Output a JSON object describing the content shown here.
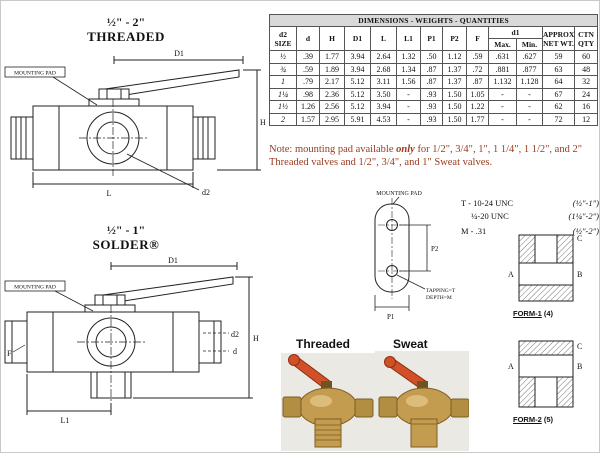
{
  "sections": {
    "threaded_size": "½\" - 2\"",
    "threaded_title": "THREADED",
    "solder_size": "½\" - 1\"",
    "solder_title": "SOLDER®"
  },
  "drawing_labels": {
    "mounting_pad": "MOUNTING PAD",
    "d1": "D1",
    "h": "H",
    "l": "L",
    "l1": "L1",
    "d2": "d2",
    "d": "d",
    "f": "F"
  },
  "table": {
    "title": "DIMENSIONS - WEIGHTS - QUANTITIES",
    "headers": [
      "d2\nSIZE",
      "d",
      "H",
      "D1",
      "L",
      "L1",
      "P1",
      "P2",
      "F",
      "d1",
      "APPROX.\nNET WT.",
      "CTN\nQTY"
    ],
    "subheaders": [
      "Max.",
      "Min."
    ],
    "rows": [
      [
        "½",
        ".39",
        "1.77",
        "3.94",
        "2.64",
        "1.32",
        ".50",
        "1.12",
        ".59",
        ".631",
        ".627",
        "59",
        "60"
      ],
      [
        "¾",
        ".59",
        "1.89",
        "3.94",
        "2.68",
        "1.34",
        ".87",
        "1.37",
        ".72",
        ".881",
        ".877",
        "63",
        "48"
      ],
      [
        "1",
        ".79",
        "2.17",
        "5.12",
        "3.11",
        "1.56",
        ".87",
        "1.37",
        ".87",
        "1.132",
        "1.128",
        "64",
        "32"
      ],
      [
        "1¼",
        ".98",
        "2.36",
        "5.12",
        "3.50",
        "-",
        ".93",
        "1.50",
        "1.05",
        "-",
        "-",
        "67",
        "24"
      ],
      [
        "1½",
        "1.26",
        "2.56",
        "5.12",
        "3.94",
        "-",
        ".93",
        "1.50",
        "1.22",
        "-",
        "-",
        "62",
        "16"
      ],
      [
        "2",
        "1.57",
        "2.95",
        "5.91",
        "4.53",
        "-",
        ".93",
        "1.50",
        "1.77",
        "-",
        "-",
        "72",
        "12"
      ]
    ]
  },
  "note": {
    "prefix": "Note: mounting pad available ",
    "emphasis": "only",
    "suffix": " for 1/2\", 3/4\", 1\", 1 1/4\", 1 1/2\", and 2\" Threaded valves and 1/2\", 3/4\", and 1\" Sweat valves."
  },
  "pad_detail": {
    "title": "MOUNTING PAD",
    "p1": "P1",
    "p2": "P2",
    "tapping_line1": "TAPPING=T",
    "tapping_line2": "DEPTH=M"
  },
  "thread_specs": {
    "row1_label": "T - 10-24 UNC",
    "row1_range": "(½\"-1\")",
    "row2_label": "¼-20 UNC",
    "row2_range": "(1¼\"-2\")",
    "row3_label": "M - .31",
    "row3_range": "(½\"-2\")"
  },
  "forms": {
    "form1_name": "FORM-1",
    "form1_qty": "(4)",
    "form2_name": "FORM-2",
    "form2_qty": "(5)",
    "port_a": "A",
    "port_b": "B",
    "port_c": "C"
  },
  "photos": {
    "threaded_label": "Threaded",
    "sweat_label": "Sweat"
  },
  "colors": {
    "note_text": "#9a3b1e",
    "handle_orange": "#d0502a",
    "brass": "#c49c50",
    "table_title_bg": "#d9d9d9"
  }
}
